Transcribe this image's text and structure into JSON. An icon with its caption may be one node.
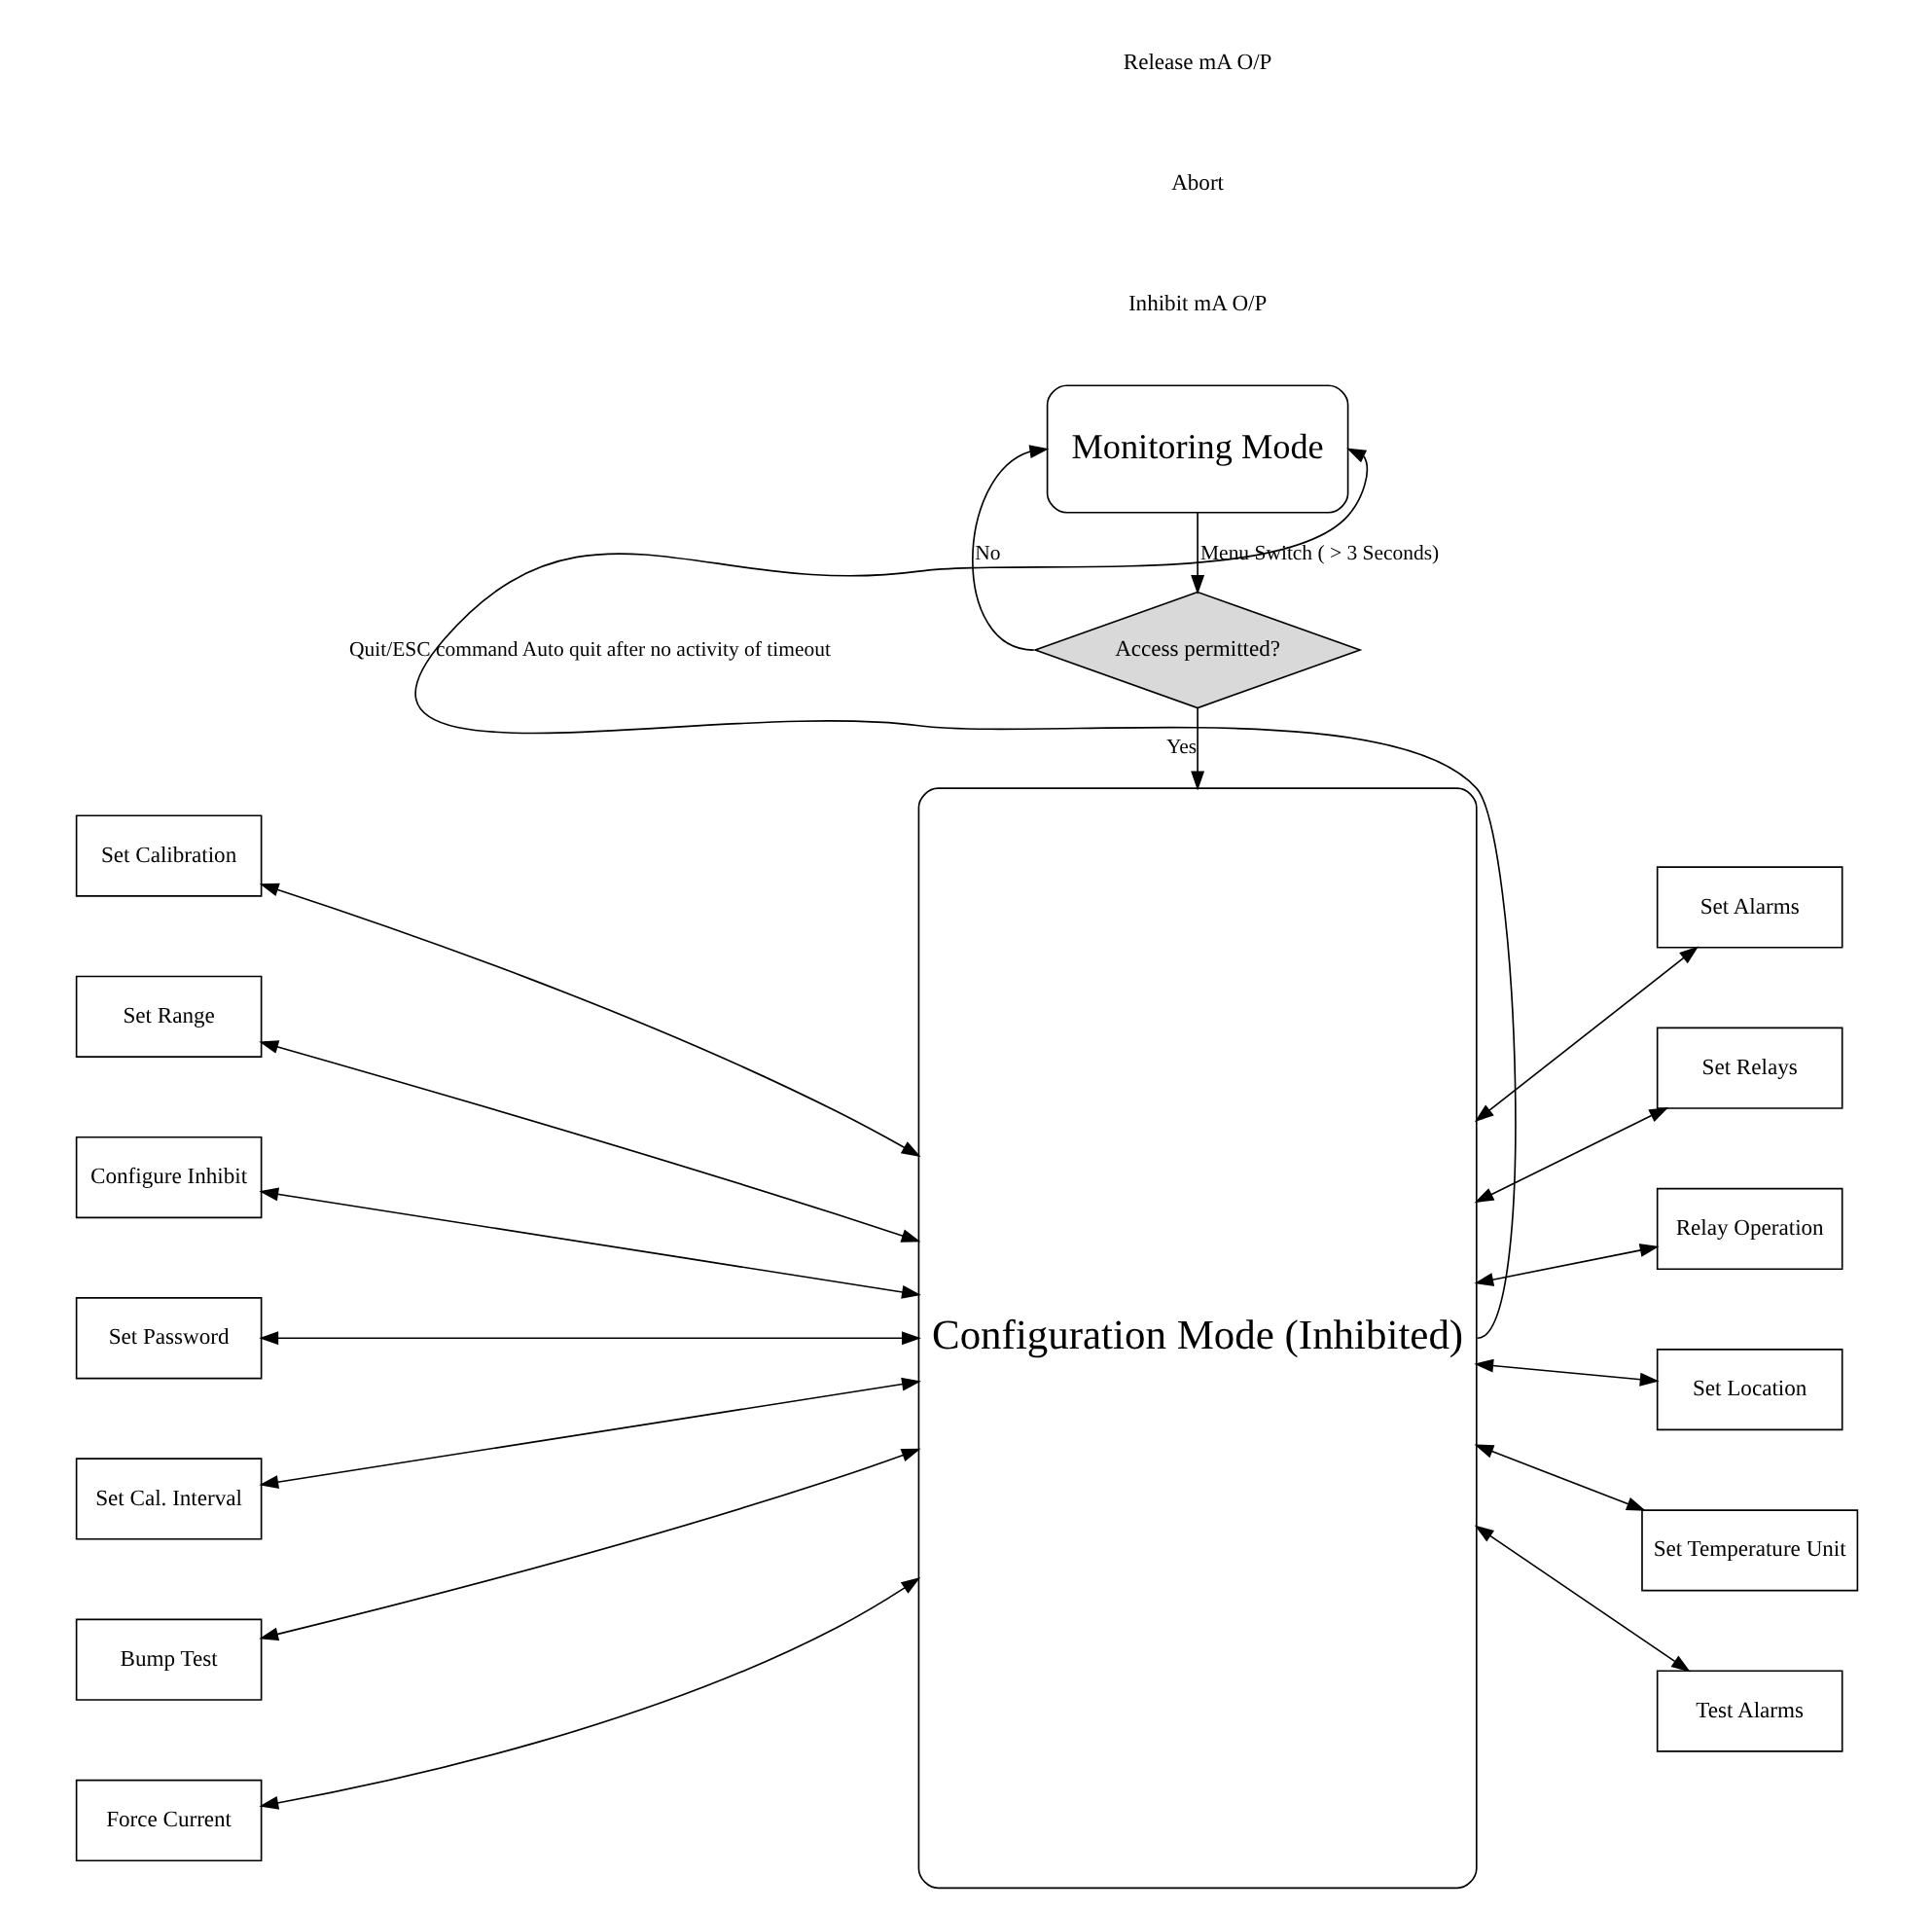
{
  "diagram": {
    "nodes": [
      {
        "text": [
          "Monitoring Mode"
        ]
      },
      {
        "text": [
          "Access permitted?"
        ]
      },
      {
        "text": [
          "Configuration Mode (Inhibited)"
        ]
      },
      {
        "text": [
          "Set Calibration"
        ]
      },
      {
        "text": [
          "Set Range"
        ]
      },
      {
        "text": [
          "Configure Inhibit"
        ]
      },
      {
        "text": [
          "Set Password"
        ]
      },
      {
        "text": [
          "Set Cal. Interval"
        ]
      },
      {
        "text": [
          "Bump Test"
        ]
      },
      {
        "text": [
          "Force Current"
        ]
      },
      {
        "text": [
          "Set Alarms"
        ]
      },
      {
        "text": [
          "Set Relays"
        ]
      },
      {
        "text": [
          "Relay Operation"
        ]
      },
      {
        "text": [
          "Set Location"
        ]
      },
      {
        "text": [
          "Set Temperature Unit"
        ]
      },
      {
        "text": [
          "Test Alarms"
        ]
      }
    ],
    "edges": [
      {
        "from": 0,
        "to": 1,
        "arrow": "to",
        "label": "Menu Switch ( > 3 Seconds)"
      },
      {
        "from": 1,
        "to": 0,
        "arrow": "to",
        "label": "No"
      },
      {
        "from": 1,
        "to": 2,
        "arrow": "to",
        "label": "Yes"
      },
      {
        "from": 2,
        "to": 0,
        "arrow": "to",
        "label": "Quit/ESC command Auto quit after no activity of timeout"
      },
      {
        "from": 3,
        "to": 2,
        "arrow": "both"
      },
      {
        "from": 4,
        "to": 2,
        "arrow": "both"
      },
      {
        "from": 5,
        "to": 2,
        "arrow": "both"
      },
      {
        "from": 6,
        "to": 2,
        "arrow": "both"
      },
      {
        "from": 7,
        "to": 2,
        "arrow": "both"
      },
      {
        "from": 8,
        "to": 2,
        "arrow": "both"
      },
      {
        "from": 9,
        "to": 2,
        "arrow": "both"
      },
      {
        "from": 2,
        "to": 10,
        "arrow": "both"
      },
      {
        "from": 2,
        "to": 11,
        "arrow": "both"
      },
      {
        "from": 2,
        "to": 12,
        "arrow": "both"
      },
      {
        "from": 2,
        "to": 13,
        "arrow": "both"
      },
      {
        "from": 2,
        "to": 14,
        "arrow": "both"
      },
      {
        "from": 2,
        "to": 15,
        "arrow": "both"
      }
    ],
    "labels": [
      "Inhibit mA O/P",
      "Abort",
      "Release mA O/P"
    ]
  }
}
